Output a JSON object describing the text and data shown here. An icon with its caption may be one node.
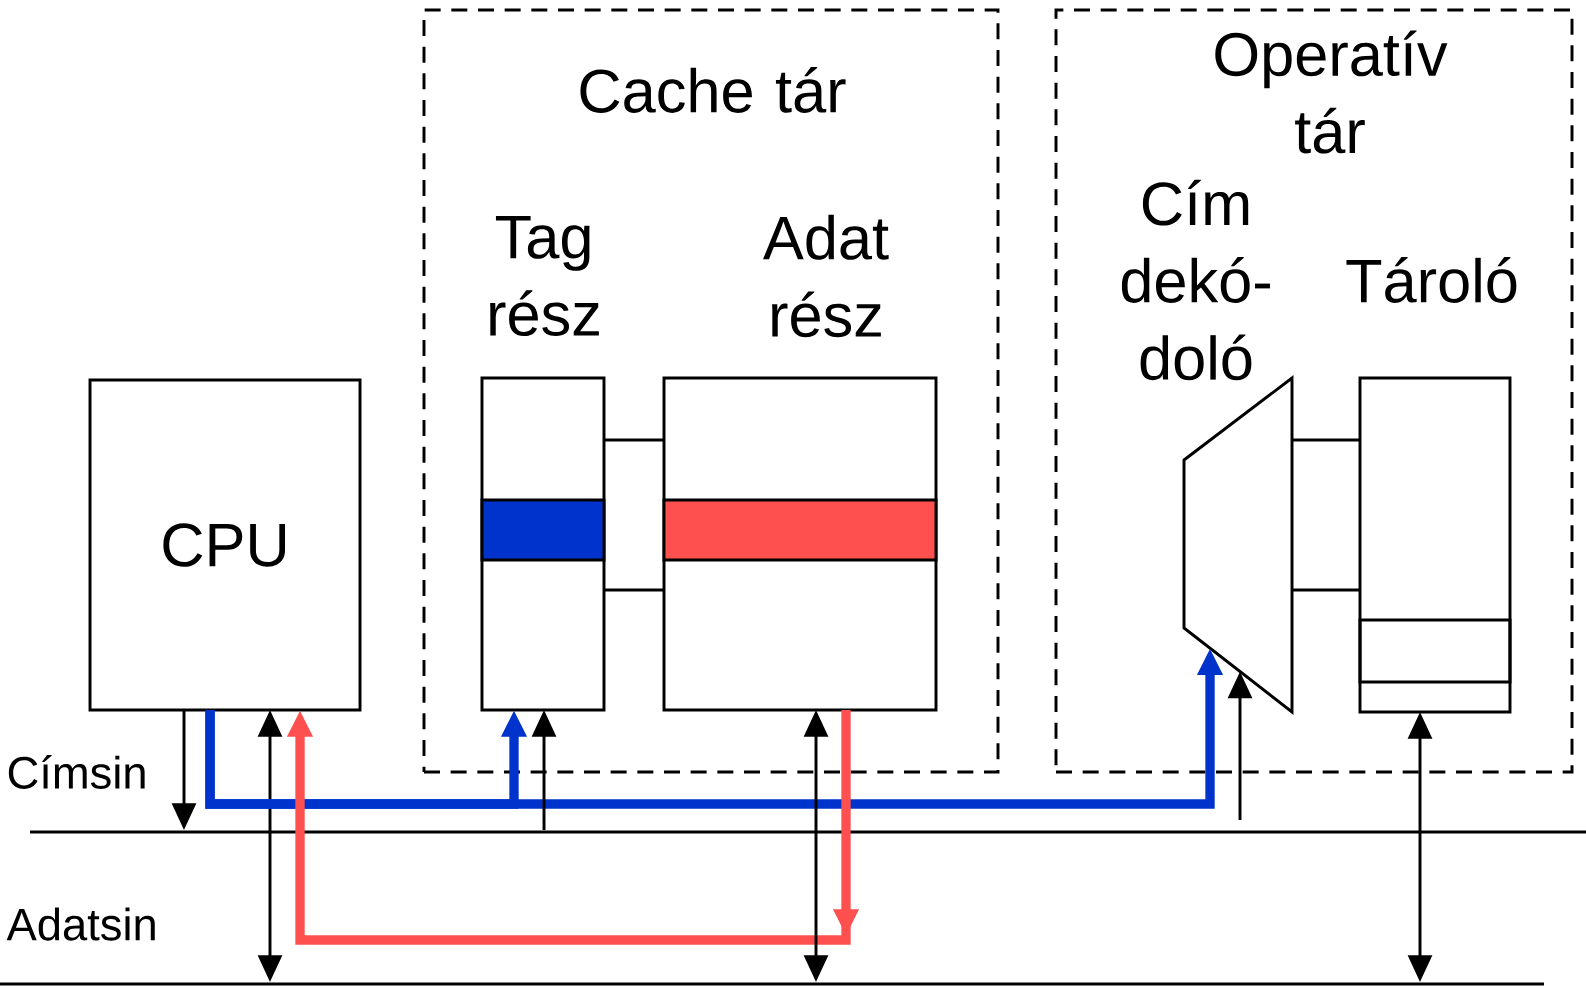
{
  "diagram": {
    "nodes": [
      {
        "text": [
          "Cache tár"
        ]
      },
      {
        "text": [
          "Operatív tár"
        ]
      },
      {
        "text": [
          "CPU"
        ]
      },
      {
        "text": [
          "Tag rész"
        ],
        "in": 0
      },
      {
        "text": [
          "Adat rész"
        ],
        "in": 0
      },
      {
        "text": [
          "Cím dekó- doló"
        ],
        "in": 1
      },
      {
        "text": [
          "Tároló"
        ],
        "in": 1
      }
    ],
    "edges": [
      {
        "from": 2,
        "to": null,
        "arrow": "to"
      },
      {
        "from": 2,
        "to": null,
        "arrow": "both"
      },
      {
        "from": 2,
        "to": 3,
        "arrow": "to",
        "style": "thick",
        "color": "#0033cc"
      },
      {
        "from": 2,
        "to": 5,
        "arrow": "to",
        "style": "thick",
        "color": "#0033cc"
      },
      {
        "from": null,
        "to": 3,
        "arrow": "to"
      },
      {
        "from": 4,
        "to": 2,
        "arrow": "to",
        "style": "thick",
        "color": "#ff5050"
      },
      {
        "from": 4,
        "to": null,
        "arrow": "both"
      },
      {
        "from": null,
        "to": 5,
        "arrow": "to"
      },
      {
        "from": 6,
        "to": null,
        "arrow": "both"
      },
      {
        "from": 3,
        "to": 4,
        "arrow": "none"
      },
      {
        "from": 3,
        "to": 4,
        "arrow": "none"
      },
      {
        "from": 5,
        "to": 6,
        "arrow": "none"
      },
      {
        "from": 5,
        "to": 6,
        "arrow": "none"
      }
    ],
    "labels": [
      "Címsin",
      "Adatsin"
    ]
  }
}
